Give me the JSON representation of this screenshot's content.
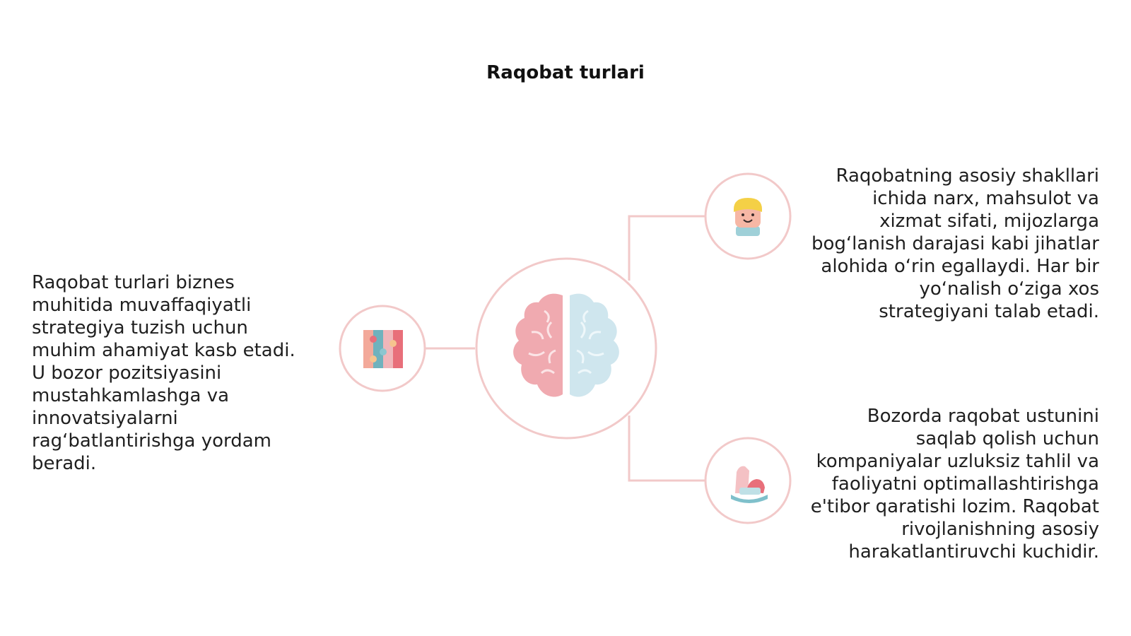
{
  "title": "Raqobat turlari",
  "accent_color": "#f2c9c9",
  "icons": {
    "center": "brain-icon",
    "left": "puzzle-icon",
    "top_right": "person-avatar-icon",
    "bottom_right": "toy-horse-icon"
  },
  "blocks": {
    "left": "Raqobat turlari biznes muhitida muvaffaqiyatli strategiya tuzish uchun muhim ahamiyat kasb etadi. U bozor pozitsiyasini mustahkamlashga va innovatsiyalarni rag‘batlantirishga yordam beradi.",
    "top_right": "Raqobatning asosiy shakllari ichida narx, mahsulot va xizmat sifati, mijozlarga bog‘lanish darajasi kabi jihatlar alohida o‘rin egallaydi. Har bir yo‘nalish o‘ziga xos strategiyani talab etadi.",
    "bottom_right": "Bozorda raqobat ustunini saqlab qolish uchun kompaniyalar uzluksiz tahlil va faoliyatni optimallashtirishga e'tibor qaratishi lozim. Raqobat rivojlanishning asosiy harakatlantiruvchi kuchidir."
  }
}
